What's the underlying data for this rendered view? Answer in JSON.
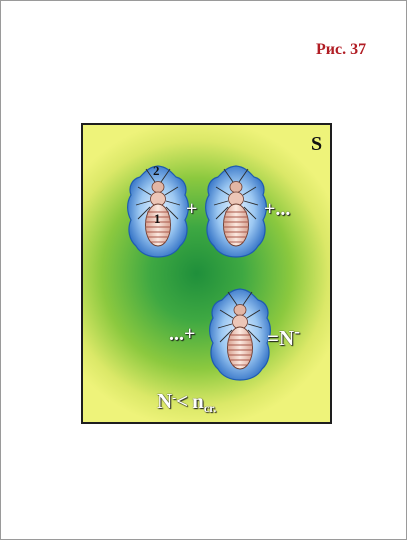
{
  "figure": {
    "caption": "Рис. 37",
    "caption_color": "#b11d24"
  },
  "panel": {
    "label": "S",
    "background_colors": [
      "#1f8f3b",
      "#8cc93f",
      "#eef37a"
    ],
    "nymph_icon": "termite-nymph-icon",
    "nymph_halo_color": "#3f86d8",
    "nymph_numbers": [
      "2",
      "1"
    ],
    "row1_operators": [
      "+",
      "+..."
    ],
    "row2_prefix": "...+",
    "row2_result": "=N",
    "row2_result_sup": "-",
    "condition": {
      "lhs": "N",
      "lhs_sup": "-",
      "relation": "<",
      "rhs": "n",
      "rhs_sub": "cr."
    }
  }
}
